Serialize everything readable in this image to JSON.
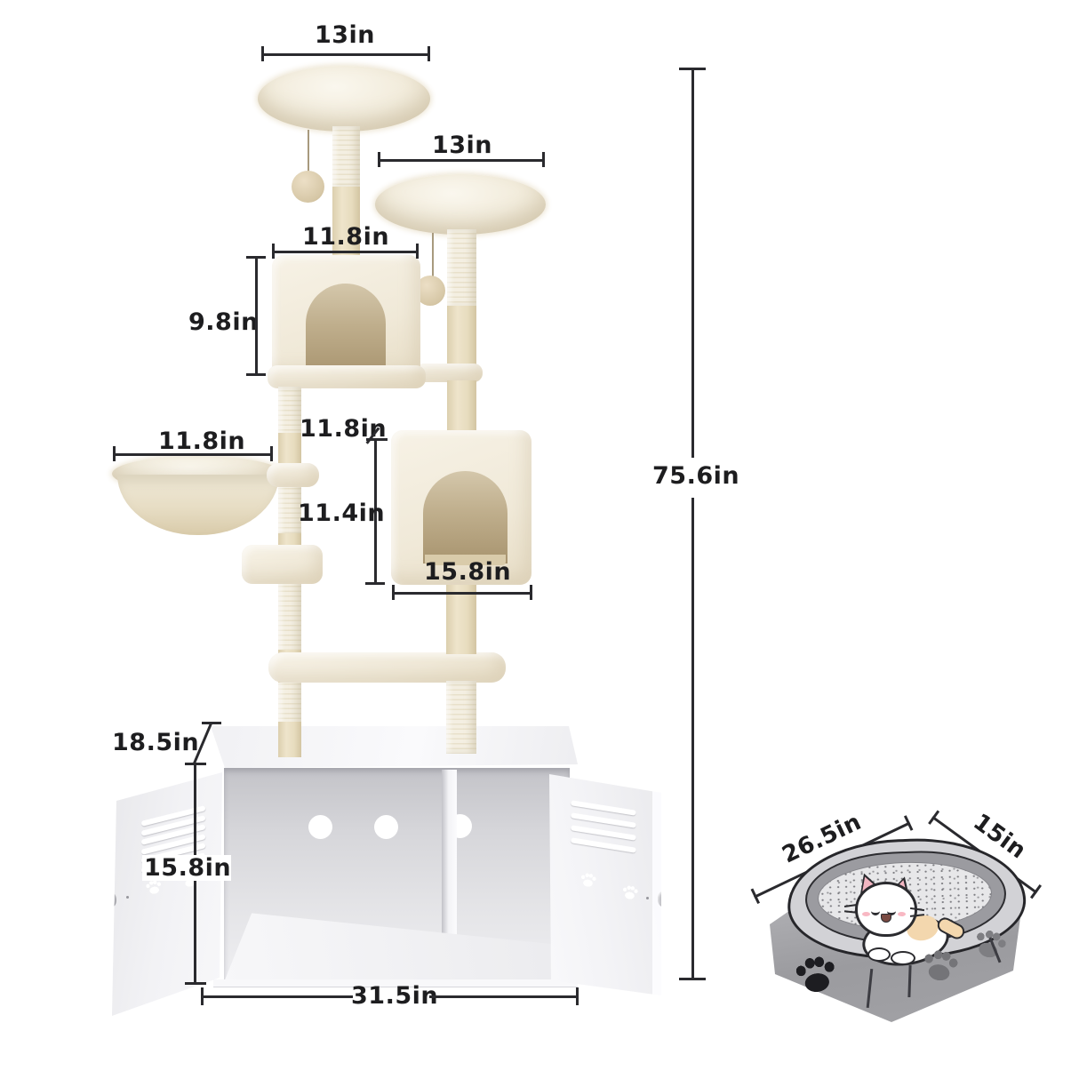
{
  "diagram": {
    "dimensions": {
      "top_perch_width": "13in",
      "second_perch_width": "13in",
      "top_condo_width": "11.8in",
      "top_condo_height": "9.8in",
      "upper_section_height": "11.8in",
      "lower_condo_height": "11.4in",
      "basket_width": "11.8in",
      "lower_condo_width": "15.8in",
      "base_height": "18.5in",
      "base_inner_height": "15.8in",
      "base_width": "31.5in",
      "overall_height": "75.6in"
    },
    "litter_pan": {
      "length": "26.5in",
      "width": "15in"
    },
    "colors": {
      "dimension_line": "#2a2a2e",
      "plush_cream": "#f2ecdd",
      "sisal": "#efe8d6",
      "cabinet_white": "#f4f4f7",
      "litter_gray": "#9a9a9e"
    }
  }
}
